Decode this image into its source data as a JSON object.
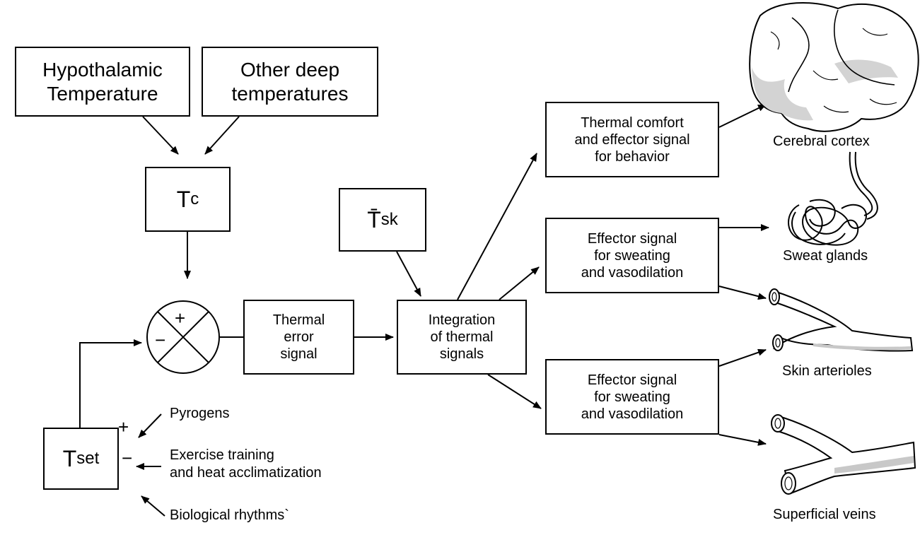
{
  "inputs": {
    "hypothalamic": "Hypothalamic\nTemperature",
    "deep": "Other deep\ntemperatures"
  },
  "tc": {
    "main": "T",
    "sub": "c"
  },
  "tsk": {
    "main": "T̄",
    "sub": "sk"
  },
  "tset": {
    "main": "T",
    "sub": "set"
  },
  "comparator": {
    "plus": "+",
    "minus": "−"
  },
  "thermal_error": "Thermal\nerror\nsignal",
  "integration": "Integration\nof thermal\nsignals",
  "effectors": {
    "behavior": "Thermal comfort\nand effector signal\nfor behavior",
    "sweating_1": "Effector signal\nfor sweating\nand vasodilation",
    "sweating_2": "Effector signal\nfor sweating\nand vasodilation"
  },
  "set_modifiers": {
    "plus": "+",
    "minus": "−",
    "pyrogens": "Pyrogens",
    "exercise": "Exercise training\nand heat acclimatization",
    "rhythms": "Biological rhythms`"
  },
  "targets": {
    "cortex": "Cerebral cortex",
    "sweat": "Sweat glands",
    "arterioles": "Skin arterioles",
    "veins": "Superficial veins"
  }
}
